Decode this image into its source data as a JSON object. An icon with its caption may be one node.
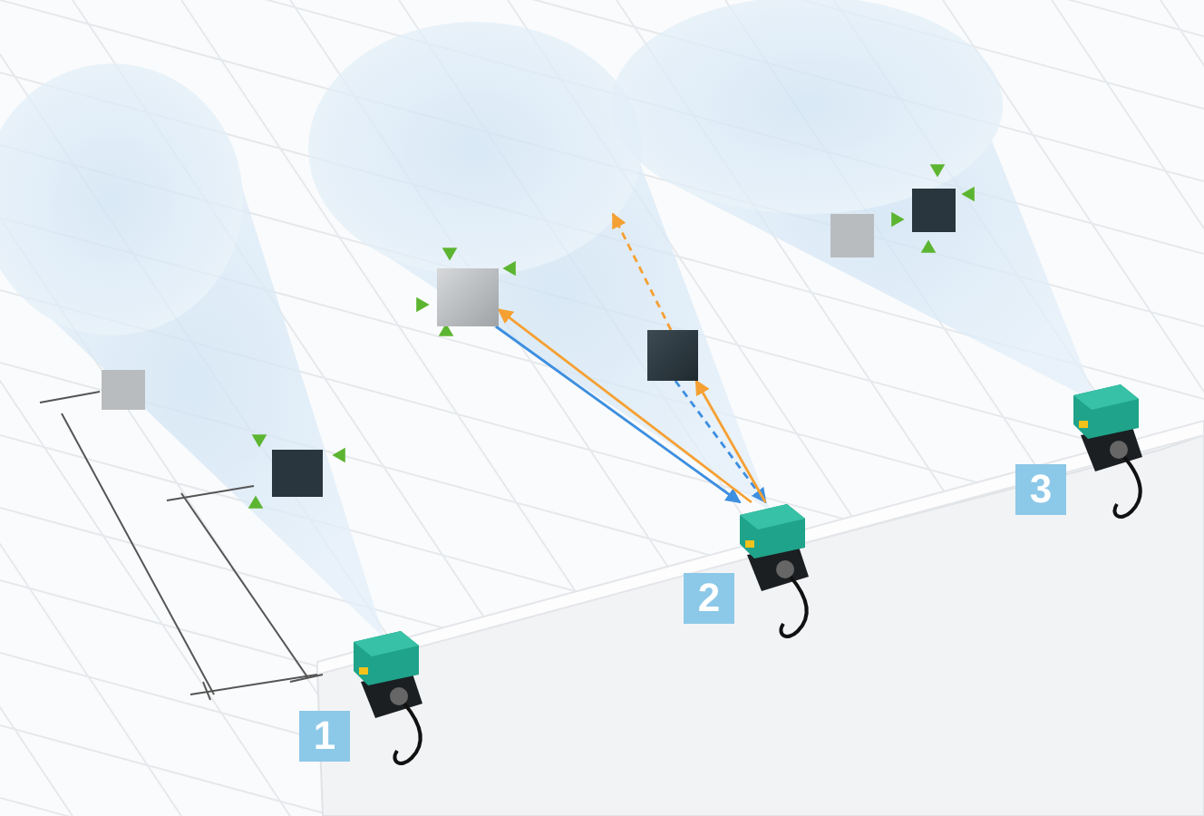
{
  "diagram": {
    "nodes": [
      {
        "text": [],
        "shape": "box"
      },
      {
        "text": [],
        "shape": "box"
      },
      {
        "text": [],
        "shape": "picture"
      },
      {
        "text": [
          "1"
        ]
      },
      {
        "text": [
          "2"
        ]
      },
      {
        "text": [
          "3"
        ]
      }
    ],
    "edges": [
      {
        "from": 0,
        "to": 2,
        "arrow": "to",
        "color": "#3d8fe0"
      },
      {
        "from": 2,
        "to": 0,
        "arrow": "to",
        "color": "#f5a033"
      },
      {
        "from": 1,
        "to": 2,
        "arrow": "to",
        "style": "dashed",
        "color": "#3d8fe0"
      },
      {
        "from": 2,
        "to": 1,
        "arrow": "to",
        "color": "#f5a033"
      },
      {
        "from": 1,
        "to": null,
        "arrow": "to",
        "style": "dashed",
        "color": "#f5a033"
      }
    ]
  }
}
